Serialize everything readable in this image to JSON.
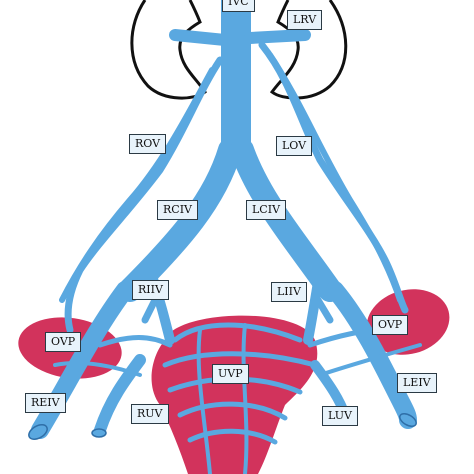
{
  "labels": {
    "ivc": "IVC",
    "lrv": "LRV",
    "rov": "ROV",
    "lov": "LOV",
    "rciv": "RCIV",
    "lciv": "LCIV",
    "riiv": "RIIV",
    "liiv": "LIIV",
    "ovp_left": "OVP",
    "ovp_right": "OVP",
    "uvp": "UVP",
    "reiv": "REIV",
    "leiv": "LEIV",
    "ruv": "RUV",
    "luv": "LUV"
  },
  "colors": {
    "vein": "#5aa8e0",
    "vein_outline": "#2f6fa8",
    "plexus": "#d2335c",
    "organ_outline": "#111111",
    "label_fill": "#e8f3fb"
  }
}
